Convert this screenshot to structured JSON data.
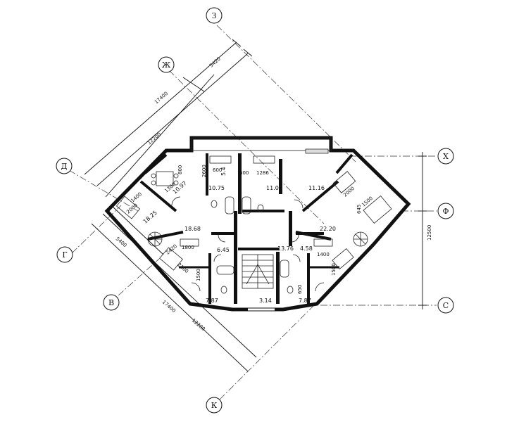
{
  "axes": [
    {
      "id": "axis-z",
      "label": "З"
    },
    {
      "id": "axis-zh",
      "label": "Ж"
    },
    {
      "id": "axis-d",
      "label": "Д"
    },
    {
      "id": "axis-g",
      "label": "Г"
    },
    {
      "id": "axis-v",
      "label": "В"
    },
    {
      "id": "axis-k",
      "label": "К"
    },
    {
      "id": "axis-kh",
      "label": "Х"
    },
    {
      "id": "axis-f",
      "label": "Ф"
    },
    {
      "id": "axis-s",
      "label": "С"
    }
  ],
  "dimensions": {
    "top_left_total": "17400",
    "top_left_a": "12200",
    "top_left_b": "5420",
    "bottom_left_total": "17400",
    "bottom_left_a": "12200",
    "bottom_left_b": "5400",
    "right_total": "12500"
  },
  "room_areas": [
    {
      "id": "area-1",
      "value": "10.75"
    },
    {
      "id": "area-2",
      "value": "11.03"
    },
    {
      "id": "area-3",
      "value": "11.16"
    },
    {
      "id": "area-4",
      "value": "10.97"
    },
    {
      "id": "area-5",
      "value": "18.25"
    },
    {
      "id": "area-6",
      "value": "18.68"
    },
    {
      "id": "area-7",
      "value": "6.45"
    },
    {
      "id": "area-8",
      "value": "13.76"
    },
    {
      "id": "area-9",
      "value": "4.58"
    },
    {
      "id": "area-10",
      "value": "22.20"
    },
    {
      "id": "area-11",
      "value": "7.87"
    },
    {
      "id": "area-12",
      "value": "7.87"
    },
    {
      "id": "area-13",
      "value": "3.14"
    },
    {
      "id": "area-14",
      "value": "5.4"
    }
  ],
  "furniture_dims": [
    {
      "id": "fd-1",
      "value": "600"
    },
    {
      "id": "fd-2",
      "value": "2600"
    },
    {
      "id": "fd-3",
      "value": "1286"
    },
    {
      "id": "fd-4",
      "value": "800"
    },
    {
      "id": "fd-5",
      "value": "1300"
    },
    {
      "id": "fd-6",
      "value": "1400"
    },
    {
      "id": "fd-7",
      "value": "2000"
    },
    {
      "id": "fd-8",
      "value": "1800"
    },
    {
      "id": "fd-9",
      "value": "2100"
    },
    {
      "id": "fd-10",
      "value": "1500"
    },
    {
      "id": "fd-11",
      "value": "1500"
    },
    {
      "id": "fd-12",
      "value": "2000"
    },
    {
      "id": "fd-13",
      "value": "1400"
    },
    {
      "id": "fd-14",
      "value": "1500"
    },
    {
      "id": "fd-15",
      "value": "600"
    },
    {
      "id": "fd-16",
      "value": "2420"
    },
    {
      "id": "fd-17",
      "value": "645"
    },
    {
      "id": "fd-18",
      "value": "650"
    }
  ]
}
